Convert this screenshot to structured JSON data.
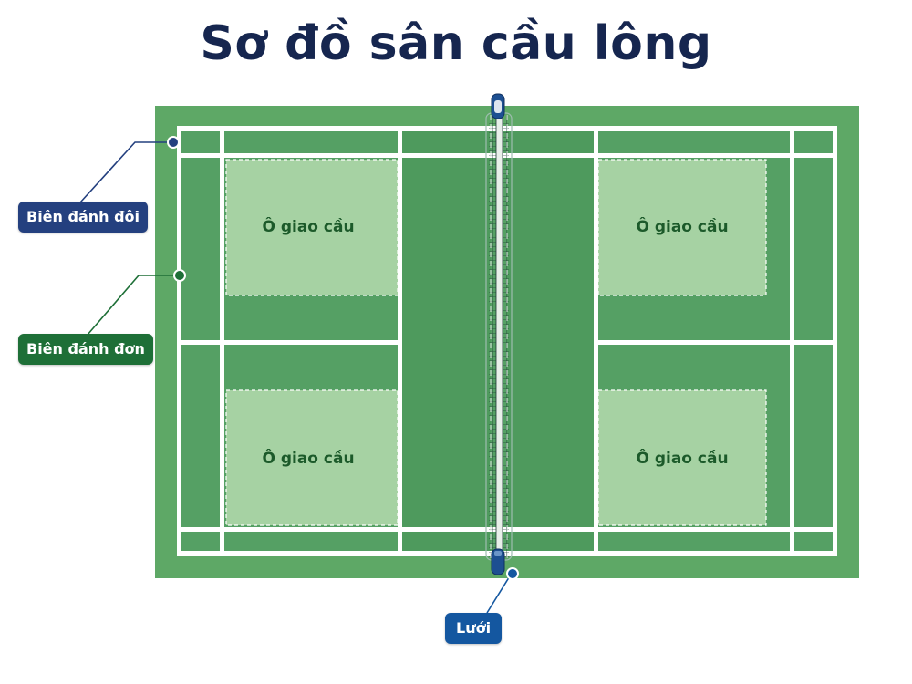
{
  "title": "Sơ đồ sân cầu lông",
  "service_box_label": "Ô giao cầu",
  "labels": {
    "doubles_sideline": "Biên đánh đôi",
    "singles_sideline": "Biên đánh đơn",
    "net": "Lưới"
  },
  "colors": {
    "title": "#16264f",
    "court_surround": "#5ea866",
    "court_surface": "#55a064",
    "service_box": "#a6d2a3",
    "lines": "#ffffff",
    "label_doubles": "#24407f",
    "label_singles": "#1e6f37",
    "label_net": "#1457a0"
  }
}
